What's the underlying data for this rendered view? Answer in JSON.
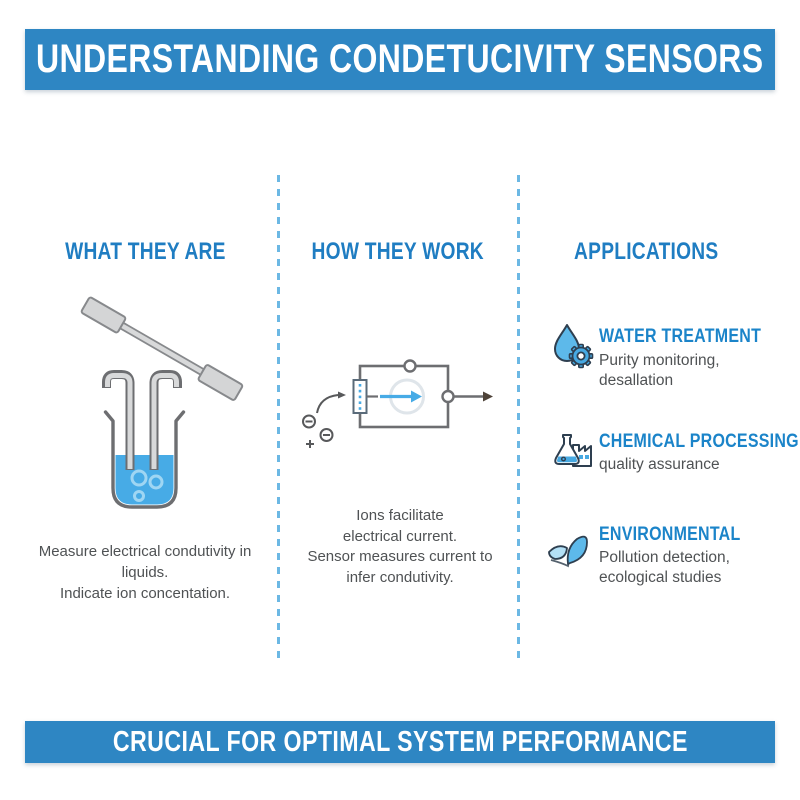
{
  "title_banner": {
    "text": "UNDERSTANDING CONDETUCIVITY SENSORS"
  },
  "footer_banner": {
    "text": "CRUCIAL FOR OPTIMAL SYSTEM PERFORMANCE"
  },
  "columns": {
    "what_they_are": {
      "title": "WHAT THEY ARE",
      "illustration": "probe-and-beaker",
      "caption_line1": "Measure electrical condutivity in liquids.",
      "caption_line2": "Indicate ion concentation."
    },
    "how_they_work": {
      "title": "HOW THEY WORK",
      "illustration": "sensor-circuit-diagram",
      "caption_line1": "Ions facilitate",
      "caption_line2": "electrical current.",
      "caption_line3": "Sensor measures current to",
      "caption_line4": "infer condutivity."
    },
    "applications": {
      "title": "APPLICATIONS",
      "items": [
        {
          "icon": "water-drop-gear-icon",
          "title": "WATER TREATMENT",
          "desc_line1": "Purity monitoring,",
          "desc_line2": "desallation"
        },
        {
          "icon": "flask-factory-icon",
          "title": "CHEMICAL PROCESSING",
          "desc_line1": "quality assurance",
          "desc_line2": ""
        },
        {
          "icon": "leaf-icon",
          "title": "ENVIRONMENTAL",
          "desc_line1": "Pollution detection,",
          "desc_line2": "ecological studies"
        }
      ]
    }
  },
  "colors": {
    "banner_blue": "#2e86c3",
    "heading_blue": "#1f7dc2",
    "app_title_blue": "#1b84c9",
    "divider_blue": "#6cb8e4",
    "liquid_blue": "#47abe6",
    "icon_fill_blue": "#5db9ea",
    "body_text_gray": "#4f5254",
    "line_gray": "#6d6e71",
    "icon_outline_dark": "#2e3f50"
  }
}
